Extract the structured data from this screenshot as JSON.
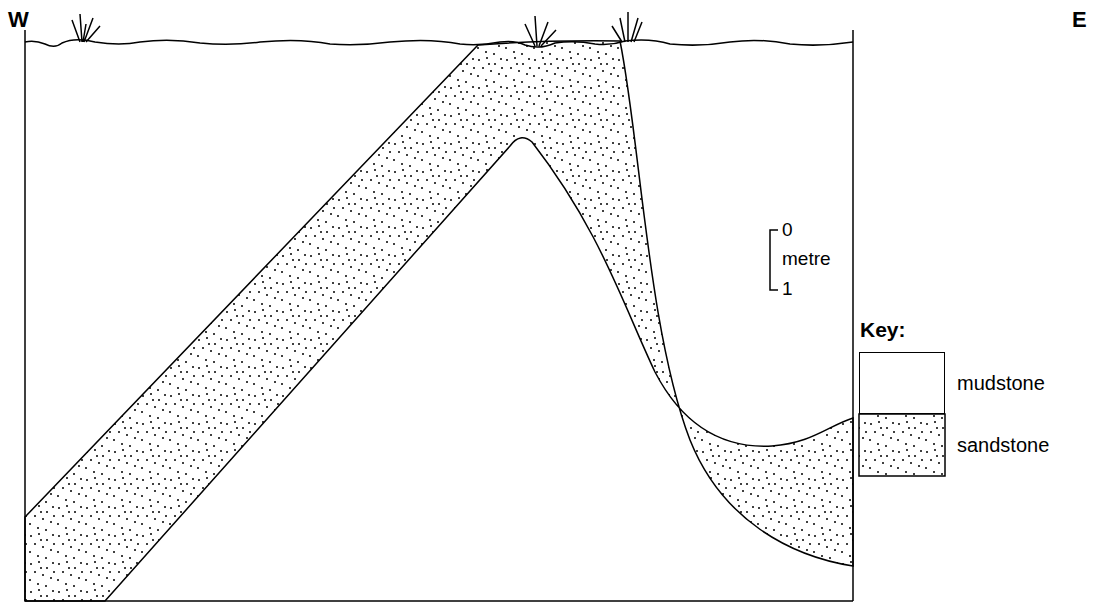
{
  "diagram": {
    "labels": [
      "W",
      "E",
      "0",
      "metre",
      "1",
      "Key:"
    ],
    "legend": [
      {
        "text": "mudstone",
        "color": "#ffffff"
      },
      {
        "text": "sandstone"
      }
    ]
  }
}
